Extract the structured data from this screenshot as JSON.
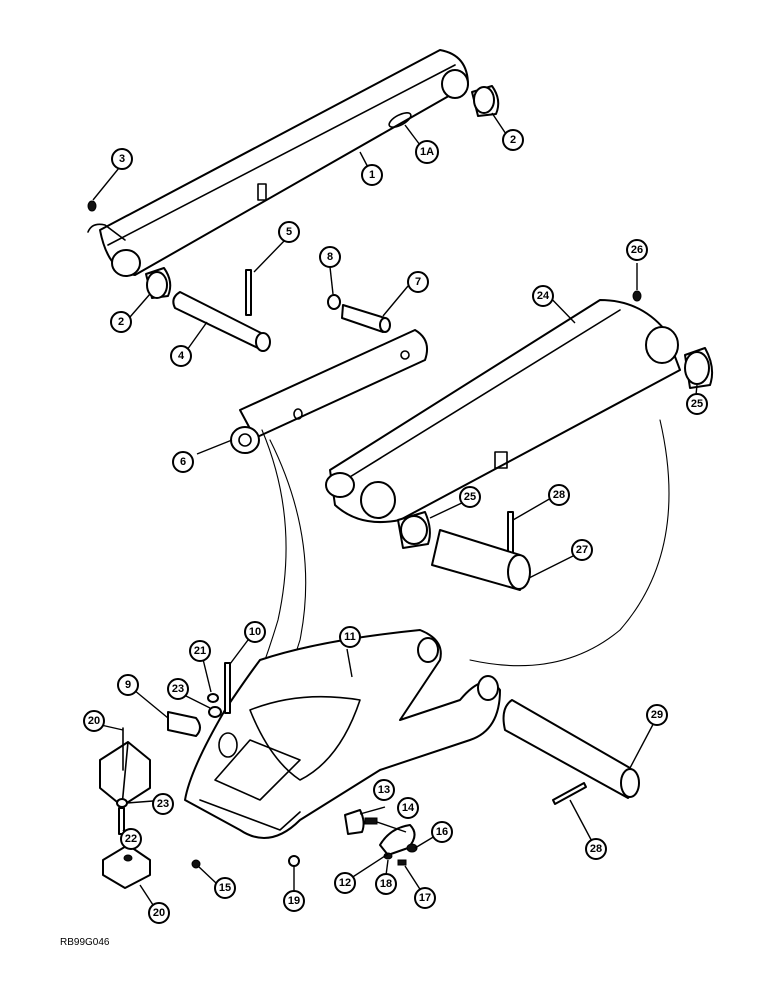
{
  "figure_reference": "RB99G046",
  "callouts": {
    "c1": "1",
    "c1a": "1A",
    "c2a": "2",
    "c2b": "2",
    "c3": "3",
    "c4": "4",
    "c5": "5",
    "c6": "6",
    "c7": "7",
    "c8": "8",
    "c9": "9",
    "c10": "10",
    "c11": "11",
    "c12": "12",
    "c13": "13",
    "c14": "14",
    "c15": "15",
    "c16": "16",
    "c17": "17",
    "c18": "18",
    "c19": "19",
    "c20a": "20",
    "c20b": "20",
    "c21": "21",
    "c22": "22",
    "c23a": "23",
    "c23b": "23",
    "c24": "24",
    "c25a": "25",
    "c25b": "25",
    "c26": "26",
    "c27": "27",
    "c28a": "28",
    "c28b": "28",
    "c29": "29"
  }
}
